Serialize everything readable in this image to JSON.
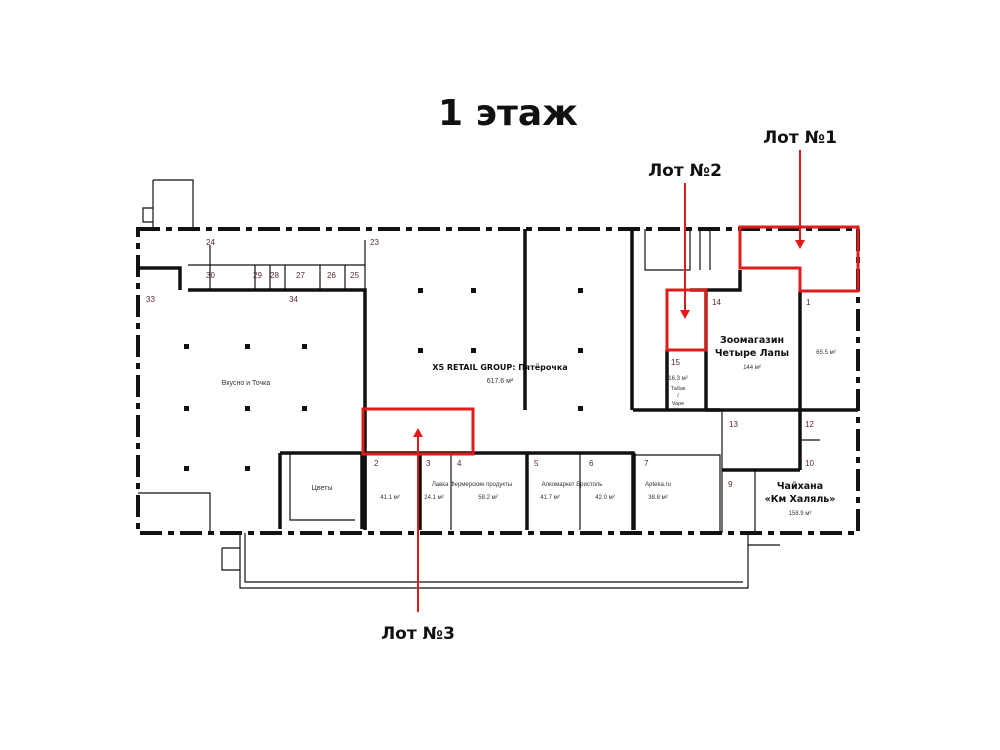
{
  "title": "1 этаж",
  "lots": {
    "lot1": "Лот №1",
    "lot2": "Лот №2",
    "lot3": "Лот №3"
  },
  "colors": {
    "highlight": "#e01b1b",
    "walls": "#111111"
  },
  "rooms": {
    "r24": "24",
    "r23": "23",
    "r30": "30",
    "r29": "29",
    "r28": "28",
    "r27": "27",
    "r26": "26",
    "r25": "25",
    "r33": "33",
    "r34": "34",
    "r2": "2",
    "r3": "3",
    "r4": "4",
    "r5": "5",
    "r6": "6",
    "r7": "7",
    "r14": "14",
    "r1": "1",
    "r15": "15",
    "r13": "13",
    "r12": "12",
    "r10": "10",
    "r9": "9"
  },
  "tenants": {
    "vkusno": "Вкусно и Точка",
    "x5": "X5 RETAIL GROUP: Пятёрочка",
    "x5_area": "617.6 м²",
    "flowers": "Цветы",
    "farm": "Лавка Фермерские продукты",
    "a2": "41.1 м²",
    "a3": "24.1 м²",
    "a4": "58.2 м²",
    "alco": "Алкомаркет Бристоль",
    "a5": "41.7 м²",
    "a6": "42.0 м²",
    "apteka": "Apteka.ru",
    "a7": "38.8 м²",
    "zoo1": "Зоомагазин",
    "zoo2": "Четыре Лапы",
    "zoo_area": "144 м²",
    "a1": "65.5 м²",
    "a15": "16.3 м²",
    "tabak1": "Табак",
    "tabak2": "/",
    "tabak3": "Vape",
    "chai1": "Чайхана",
    "chai2": "«Км Халяль»",
    "chai_area": "158.9 м²"
  }
}
